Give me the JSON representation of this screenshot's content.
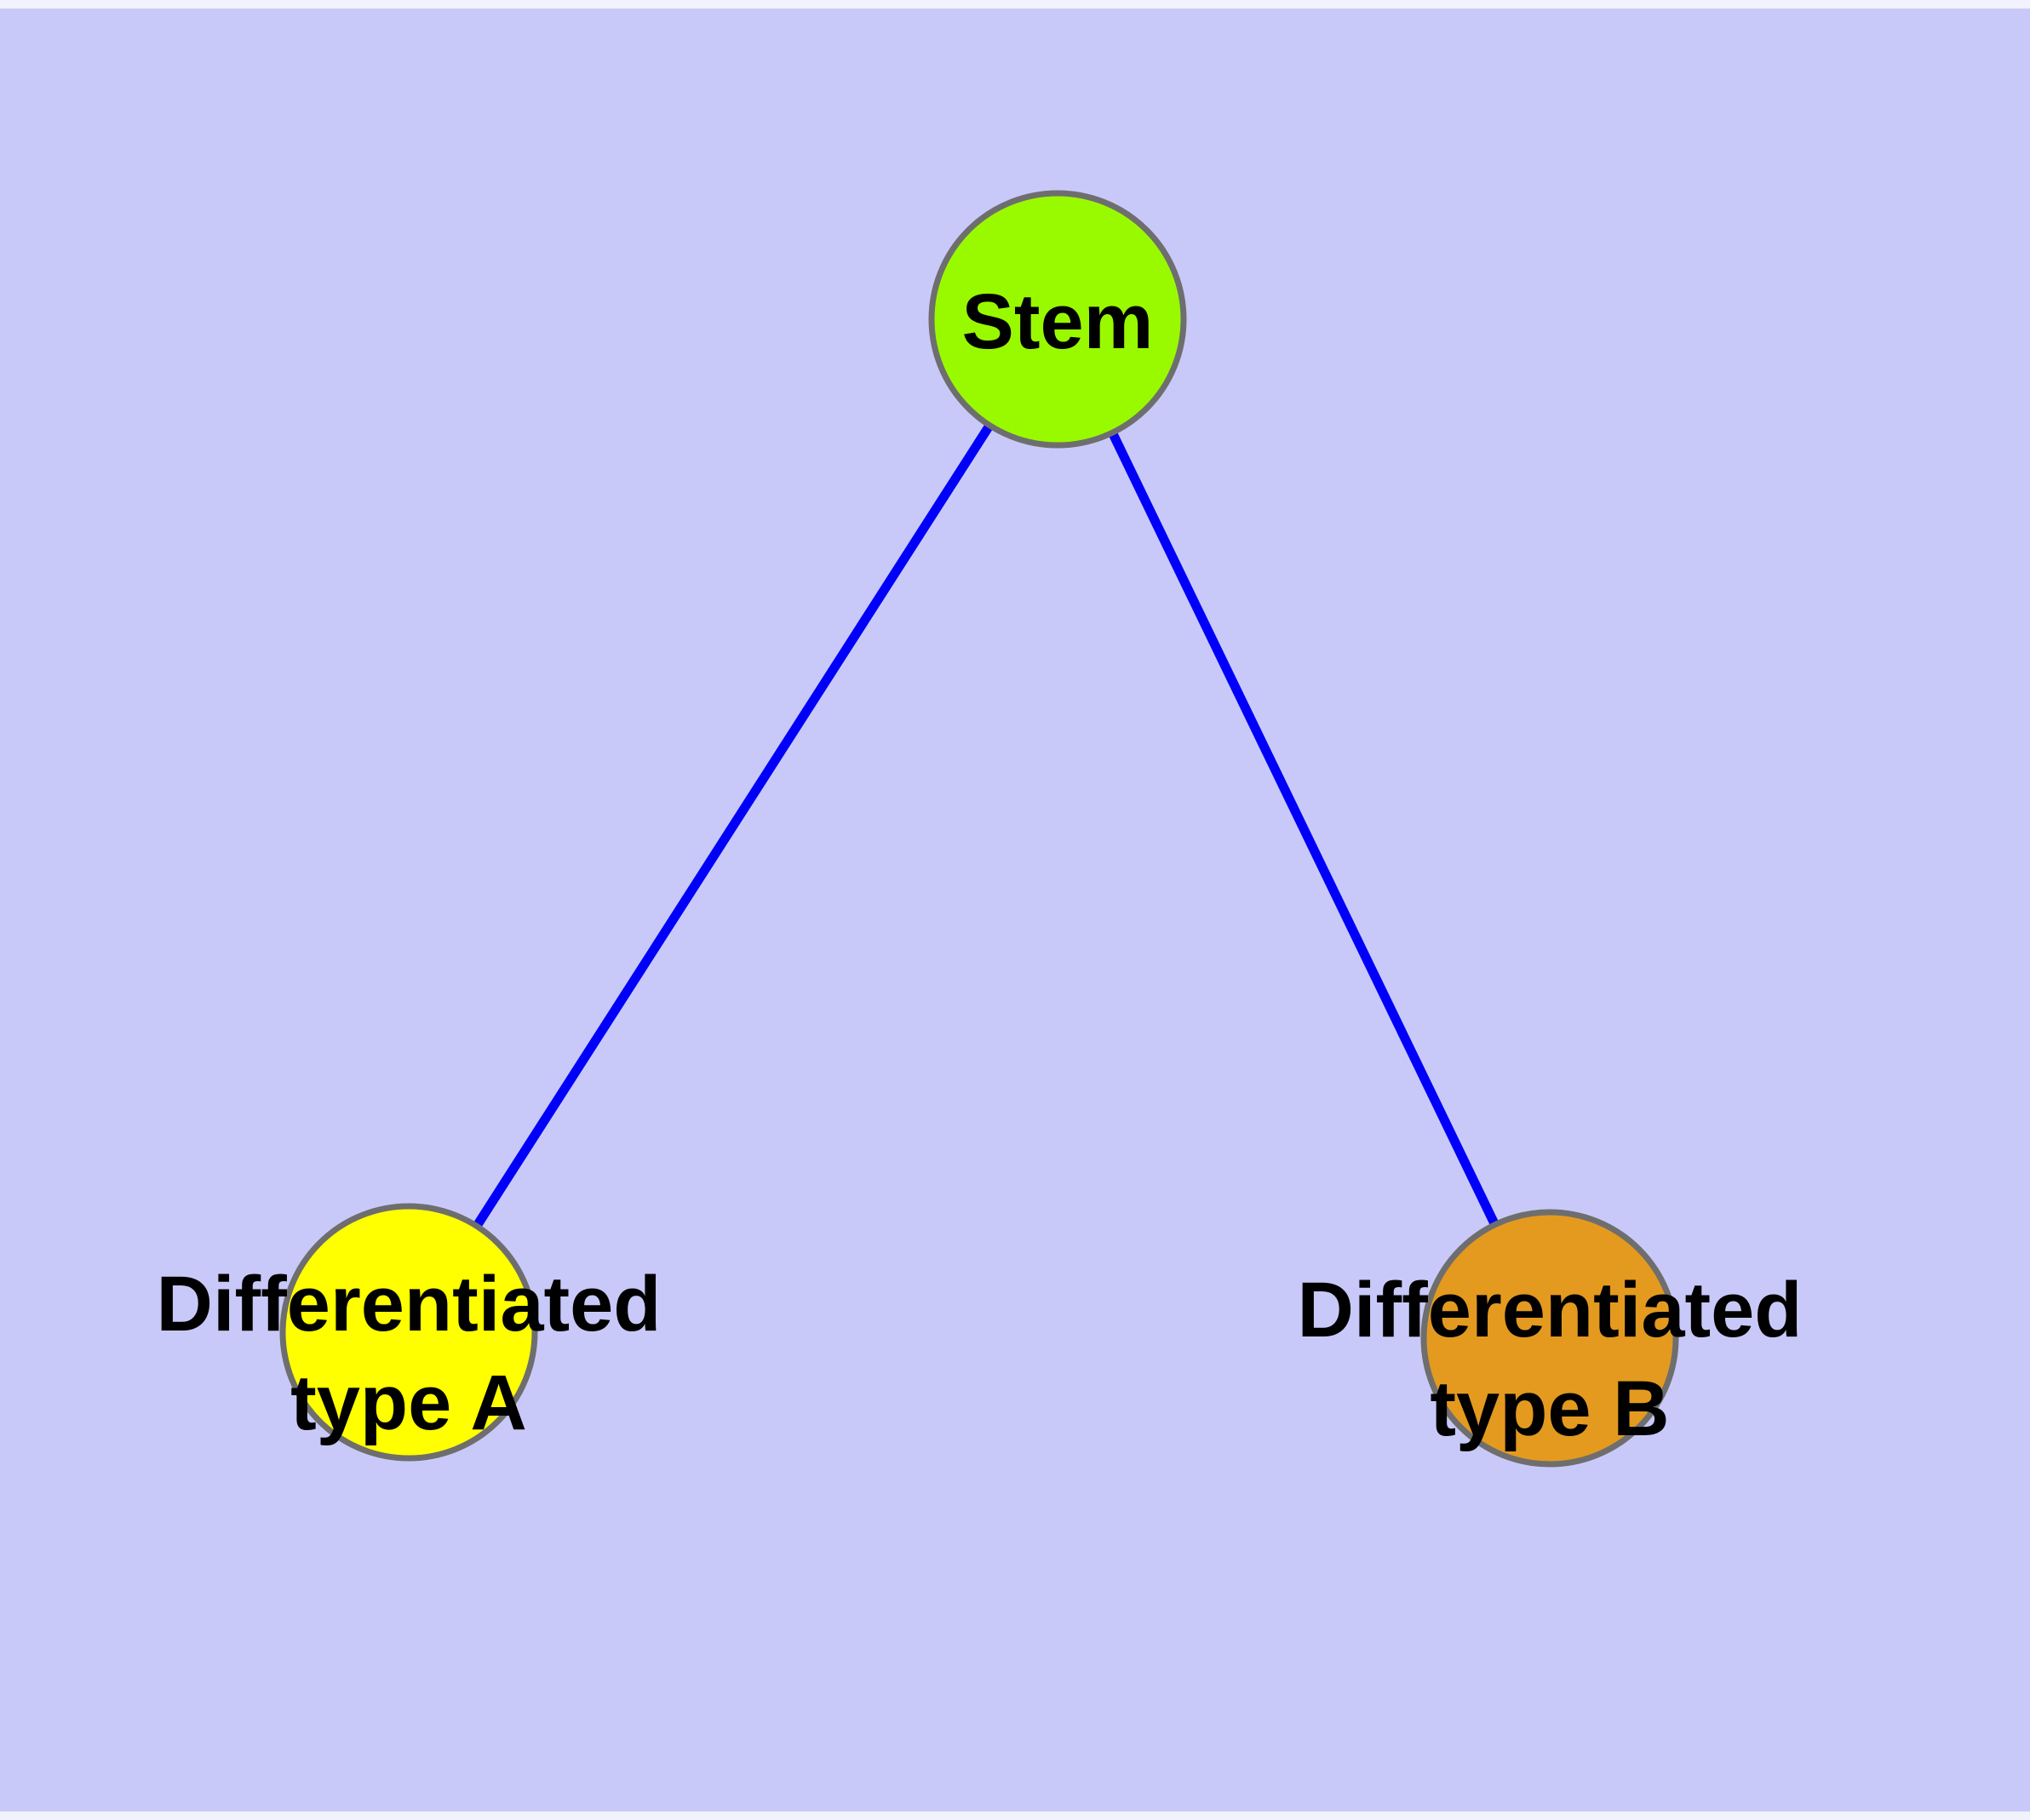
{
  "canvas": {
    "background_color": "#C9C9F9",
    "top_margin_color": "#F2F2FD",
    "bottom_margin_color": "#F2F2FD"
  },
  "diagram": {
    "type": "node-link-graph",
    "node_border_color": "#6E6E6E",
    "edge_color": "#0000FA",
    "nodes": [
      {
        "id": "stem",
        "label": "Stem",
        "fill": "#99FA00",
        "border": "#6E6E6E"
      },
      {
        "id": "differentiated-type-a",
        "label": "Differentiated type A",
        "label_lines": [
          "Differentiated",
          "type A"
        ],
        "fill": "#FFFF00",
        "border": "#6E6E6E"
      },
      {
        "id": "differentiated-type-b",
        "label": "Differentiated type B",
        "label_lines": [
          "Differentiated",
          "type B"
        ],
        "fill": "#E49A1F",
        "border": "#6E6E6E"
      }
    ],
    "edges": [
      {
        "from": "stem",
        "to": "differentiated-type-a",
        "color": "#0000FA"
      },
      {
        "from": "stem",
        "to": "differentiated-type-b",
        "color": "#0000FA"
      }
    ]
  }
}
